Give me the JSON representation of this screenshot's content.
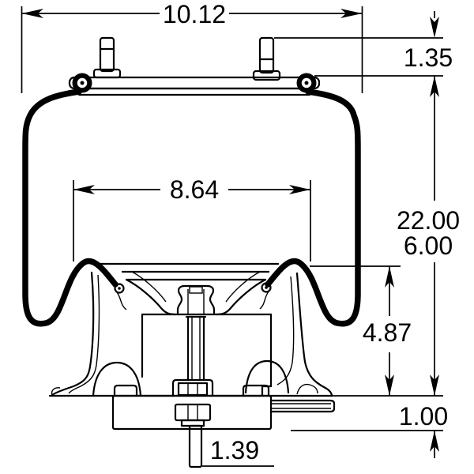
{
  "drawing": {
    "title": "Air spring suspension cross-section technical drawing",
    "dimensions": {
      "overall_width": "10.12",
      "stud_height": "1.35",
      "piston_diameter": "8.64",
      "extended_height": "22.00",
      "compressed_height": "6.00",
      "piston_height": "4.87",
      "plate_thickness": "1.00",
      "stud_length": "1.39"
    }
  }
}
